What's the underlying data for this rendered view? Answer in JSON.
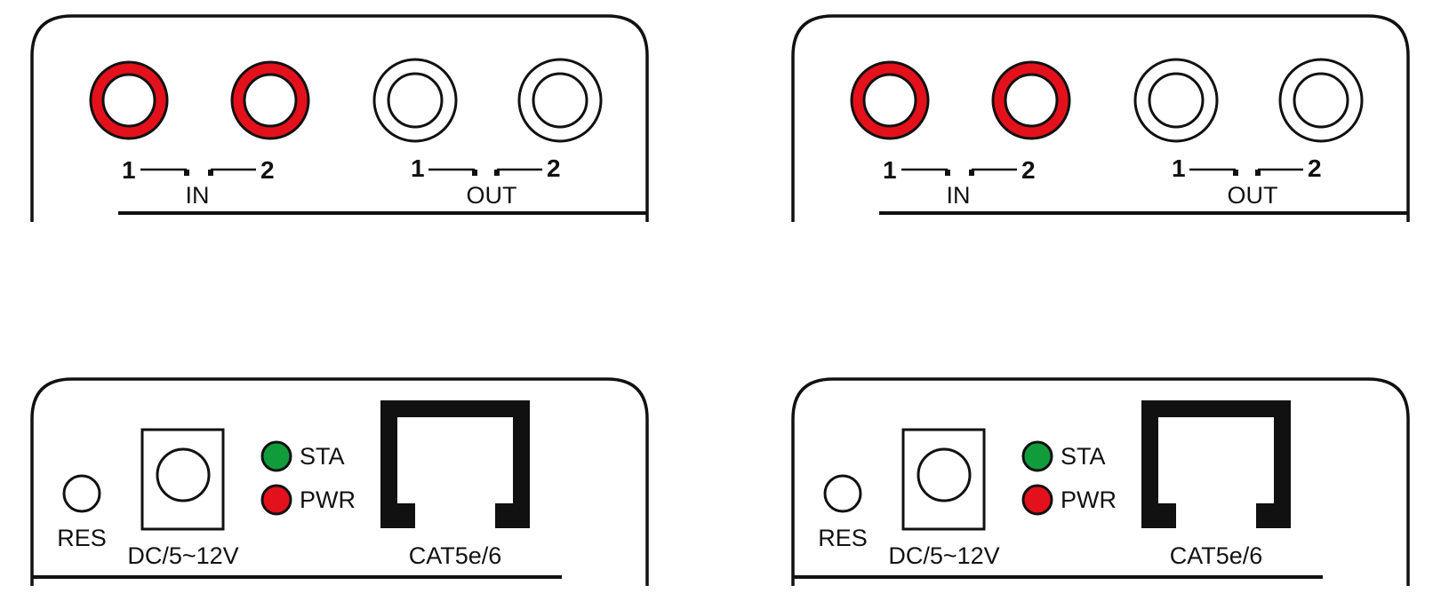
{
  "colors": {
    "line": "#111111",
    "red": "#e3111b",
    "green": "#119c3c",
    "bg": "#ffffff"
  },
  "top_panels": [
    {
      "in_label": "IN",
      "out_label": "OUT",
      "in_nums": [
        "1",
        "2"
      ],
      "out_nums": [
        "1",
        "2"
      ]
    },
    {
      "in_label": "IN",
      "out_label": "OUT",
      "in_nums": [
        "1",
        "2"
      ],
      "out_nums": [
        "1",
        "2"
      ]
    }
  ],
  "bottom_panels": [
    {
      "res_label": "RES",
      "dc_label": "DC/5~12V",
      "sta_label": "STA",
      "pwr_label": "PWR",
      "cat_label": "CAT5e/6"
    },
    {
      "res_label": "RES",
      "dc_label": "DC/5~12V",
      "sta_label": "STA",
      "pwr_label": "PWR",
      "cat_label": "CAT5e/6"
    }
  ]
}
